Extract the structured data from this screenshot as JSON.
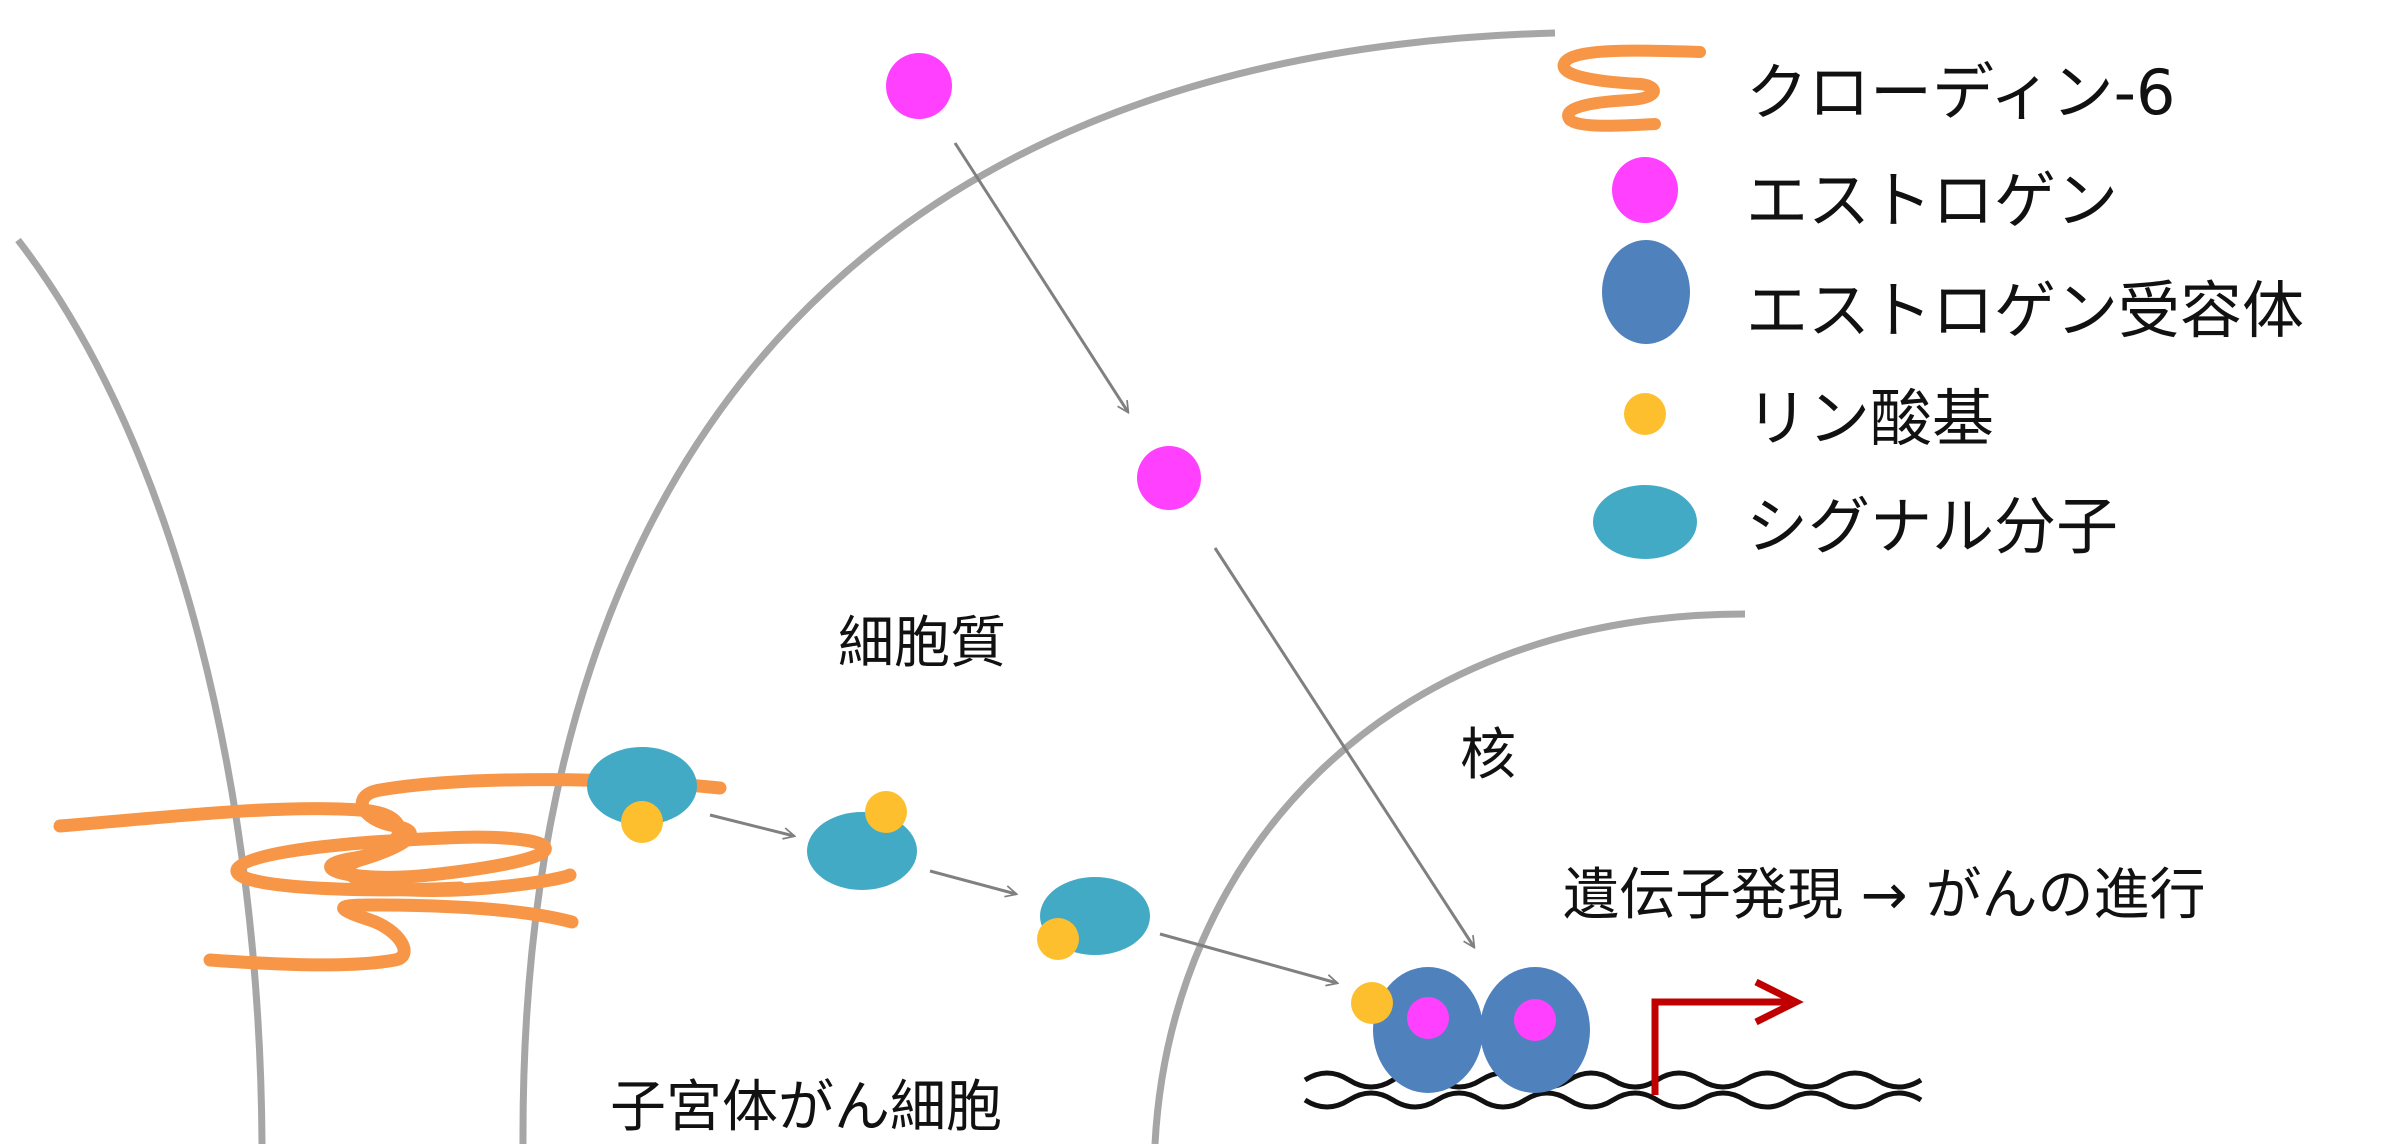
{
  "legend": {
    "claudin": "クローディン-6",
    "estrogen": "エストロゲン",
    "receptor": "エストロゲン受容体",
    "phosphate": "リン酸基",
    "signal": "シグナル分子"
  },
  "labels": {
    "cytoplasm": "細胞質",
    "nucleus": "核",
    "expression": "遺伝子発現 → がんの進行",
    "cell": "子宮体がん細胞"
  },
  "colors": {
    "membrane": "#a6a6a6",
    "claudin": "#f79646",
    "estrogen": "#ff40ff",
    "receptor": "#4f81bd",
    "phosphate": "#fdbf2d",
    "signal": "#43aac6",
    "arrow": "#808080",
    "promoter": "#c00000",
    "dna": "#111111"
  }
}
